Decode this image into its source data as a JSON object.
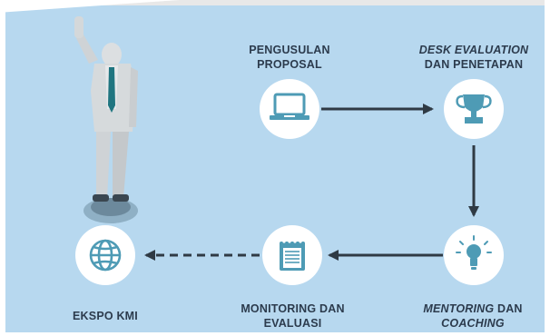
{
  "diagram": {
    "steps": [
      {
        "id": "proposal",
        "icon": "laptop-icon",
        "line1": "PENGUSULAN",
        "line2": "PROPOSAL"
      },
      {
        "id": "desk",
        "icon": "trophy-icon",
        "line1_italic": "DESK EVALUATION",
        "line2": "DAN PENETAPAN"
      },
      {
        "id": "mentoring",
        "icon": "lightbulb-icon",
        "line1_italic": "MENTORING",
        "line1_rest": " DAN",
        "line2_italic": "COACHING"
      },
      {
        "id": "monitoring",
        "icon": "notepad-icon",
        "line1": "MONITORING DAN",
        "line2": "EVALUASI"
      },
      {
        "id": "ekspo",
        "icon": "globe-icon",
        "line1": "EKSPO KMI"
      }
    ],
    "colors": {
      "background": "#b7d8ef",
      "circle": "#ffffff",
      "icon": "#4e9bb5",
      "arrow": "#2f3a44",
      "text": "#2c3b4d",
      "figure_suit": "#d6dadc",
      "figure_tie": "#1f7580"
    }
  }
}
